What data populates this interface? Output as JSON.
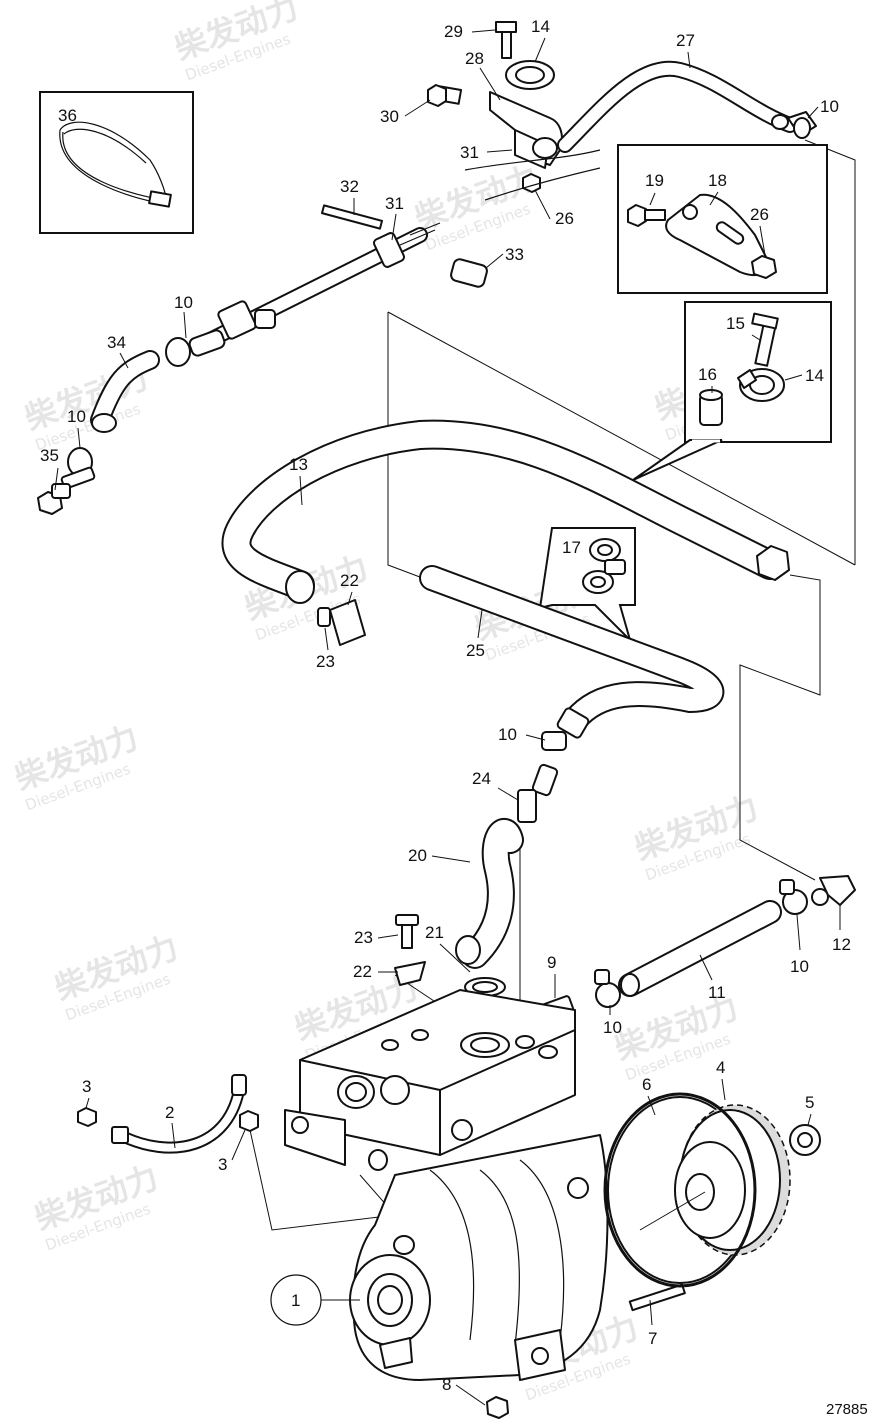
{
  "diagram": {
    "ref_number": "27885",
    "watermark": {
      "brand": "柴发动力",
      "sub": "Diesel-Engines"
    },
    "callouts": {
      "n1": "1",
      "n2": "2",
      "n3a": "3",
      "n3b": "3",
      "n4": "4",
      "n5": "5",
      "n6": "6",
      "n7": "7",
      "n8": "8",
      "n9": "9",
      "n10a": "10",
      "n10b": "10",
      "n10c": "10",
      "n10d": "10",
      "n10e": "10",
      "n10f": "10",
      "n11": "11",
      "n12": "12",
      "n13": "13",
      "n14a": "14",
      "n14b": "14",
      "n15": "15",
      "n16": "16",
      "n17": "17",
      "n18": "18",
      "n19": "19",
      "n20": "20",
      "n21": "21",
      "n22a": "22",
      "n22b": "22",
      "n23a": "23",
      "n23b": "23",
      "n24": "24",
      "n25": "25",
      "n26a": "26",
      "n26b": "26",
      "n27": "27",
      "n28": "28",
      "n29": "29",
      "n30": "30",
      "n31a": "31",
      "n31b": "31",
      "n32": "32",
      "n33": "33",
      "n34": "34",
      "n35": "35",
      "n36": "36"
    }
  }
}
